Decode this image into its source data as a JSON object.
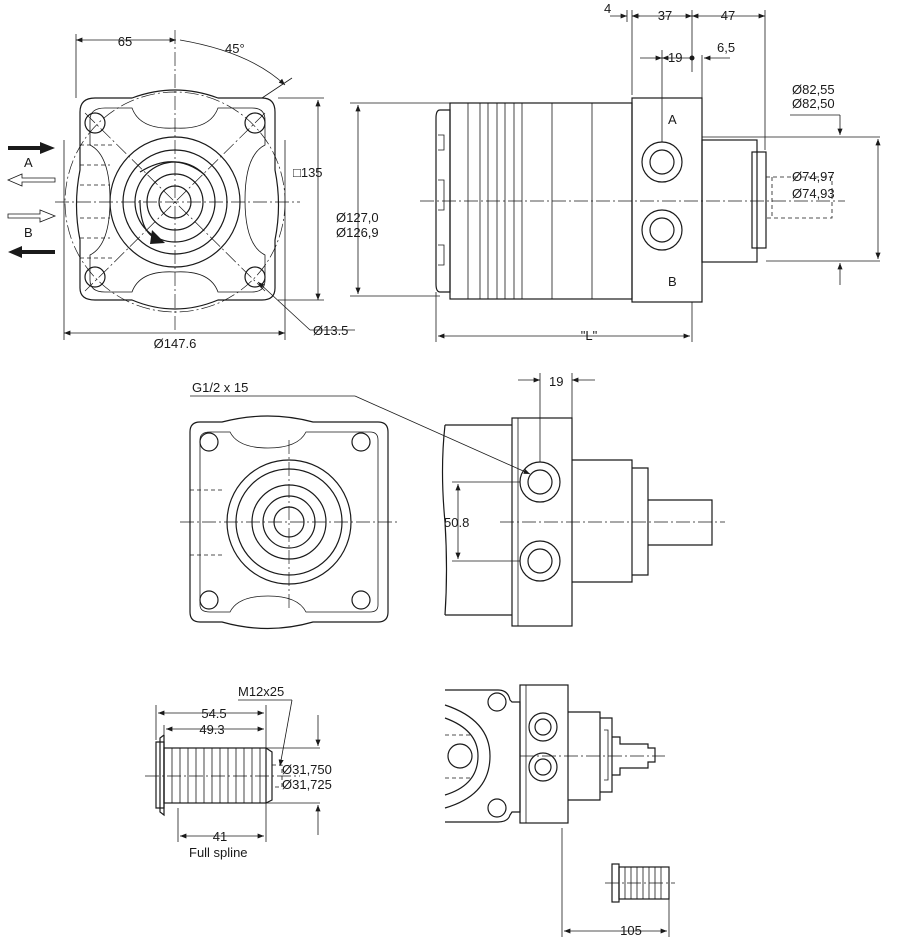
{
  "dimensions": {
    "d65": "65",
    "angle45": "45°",
    "sq135": "□135",
    "dia147": "Ø147.6",
    "dia13": "Ø13.5",
    "dia127a": "Ø127,0",
    "dia127b": "Ø126,9",
    "len_L": "\"L\"",
    "d4": "4",
    "d37": "37",
    "d47": "47",
    "d19top": "19",
    "d6_5": "6,5",
    "dia82a": "Ø82,55",
    "dia82b": "Ø82,50",
    "dia74a": "Ø74,97",
    "dia74b": "Ø74,93",
    "g12": "G1/2 x 15",
    "d19mid": "19",
    "d50_8": "50.8",
    "m12": "M12x25",
    "d54_5": "54.5",
    "d49_3": "49.3",
    "dia31a": "Ø31,750",
    "dia31b": "Ø31,725",
    "d41": "41",
    "full_spline": "Full spline",
    "d105": "105"
  },
  "ports": {
    "a_left": "A",
    "b_left": "B",
    "a_side": "A",
    "b_side": "B"
  }
}
